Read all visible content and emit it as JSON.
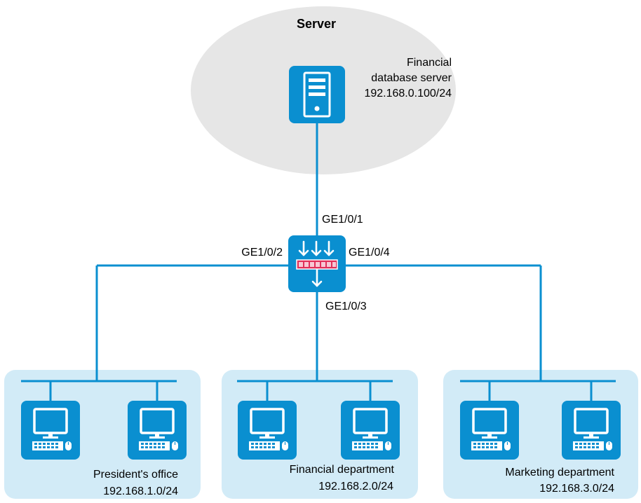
{
  "colors": {
    "line": "#0a8fd0",
    "device_fill": "#0a8fd0",
    "server_zone": "#e6e6e6",
    "lan_zone": "#d2ebf7",
    "switch_ports": "#e0305a"
  },
  "server_zone": {
    "title": "Server",
    "server": {
      "icon": "server-icon",
      "name_line1": "Financial",
      "name_line2": "database server",
      "ip": "192.168.0.100/24"
    }
  },
  "switch": {
    "icon": "switch-icon",
    "ports": {
      "up": "GE1/0/1",
      "left": "GE1/0/2",
      "down": "GE1/0/3",
      "right": "GE1/0/4"
    }
  },
  "lans": [
    {
      "name": "President's office",
      "subnet": "192.168.1.0/24",
      "hosts": [
        "pc-icon",
        "pc-icon"
      ]
    },
    {
      "name": "Financial department",
      "subnet": "192.168.2.0/24",
      "hosts": [
        "pc-icon",
        "pc-icon"
      ]
    },
    {
      "name": "Marketing department",
      "subnet": "192.168.3.0/24",
      "hosts": [
        "pc-icon",
        "pc-icon"
      ]
    }
  ]
}
